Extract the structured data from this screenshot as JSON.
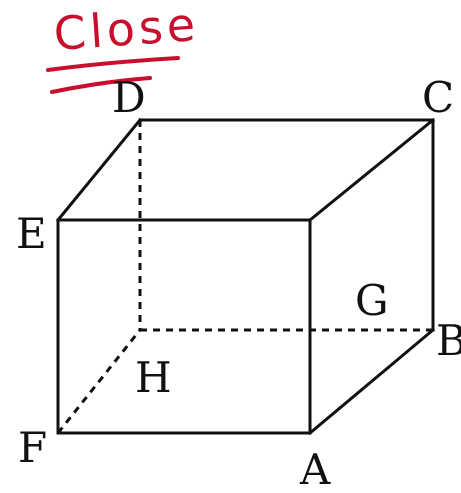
{
  "annotation": {
    "text": "Close",
    "color": "#c8102e"
  },
  "vertices": {
    "A": "A",
    "B": "B",
    "C": "C",
    "D": "D",
    "E": "E",
    "F": "F",
    "G": "G",
    "H": "H"
  },
  "colors": {
    "ink": "#111111",
    "background": "#ffffff"
  }
}
